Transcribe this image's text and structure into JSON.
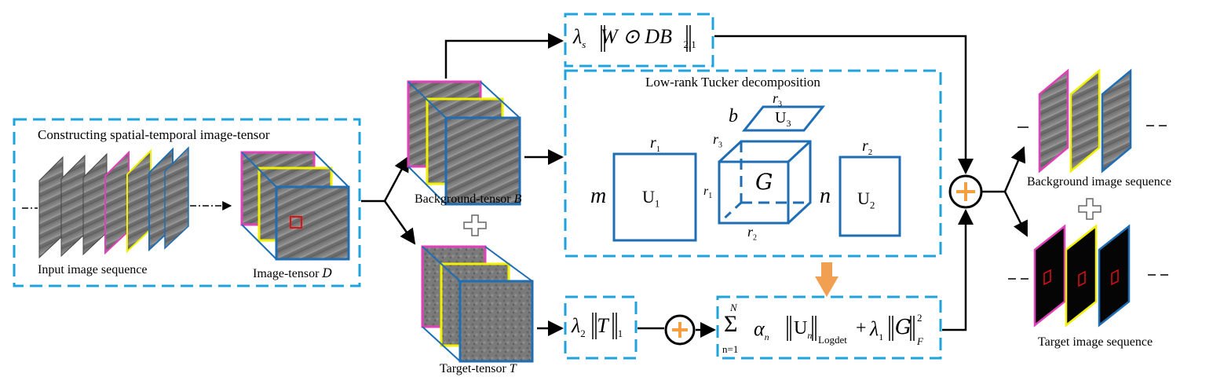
{
  "texts": {
    "construct_title": "Constructing spatial-temporal image-tensor",
    "input_seq_label": "Input image sequence",
    "image_tensor_label": "Image-tensor",
    "image_tensor_sym": "D",
    "background_tensor_label": "Background-tensor",
    "background_tensor_sym": "B",
    "target_tensor_label": "Target-tensor",
    "target_tensor_sym": "T",
    "tucker_title": "Low-rank Tucker decomposition",
    "bg_seq_label": "Background image sequence",
    "target_seq_label": "Target image sequence"
  },
  "tucker": {
    "U1": "U",
    "U1_sub": "1",
    "U2": "U",
    "U2_sub": "2",
    "U3": "U",
    "U3_sub": "3",
    "G": "G",
    "m": "m",
    "n": "n",
    "b": "b",
    "r1": "r",
    "r1_sub": "1",
    "r2": "r",
    "r2_sub": "2",
    "r3": "r",
    "r3_sub": "3"
  },
  "formulas": {
    "spatial_reg": {
      "lambda": "λ",
      "lambda_sub": "s",
      "body": "W ⊙ D",
      "body_sym": "B",
      "norm_sub": "2,1"
    },
    "target_reg": {
      "lambda": "λ",
      "lambda_sub": "2",
      "sym": "T",
      "norm_sub": "1"
    },
    "lowrank_reg": {
      "sum_sym": "Σ",
      "sum_top": "N",
      "sum_bottom": "n=1",
      "alpha": "α",
      "alpha_sub": "n",
      "U": "U",
      "U_sub": "n",
      "norm_sub": "Logdet",
      "plus": "+",
      "lambda": "λ",
      "lambda_sub": "1",
      "G": "G",
      "norm_sub2": "F",
      "norm_sup2": "2"
    }
  },
  "colors": {
    "dashed_box": "#1fa3dc",
    "cube_blue": "#1f6eb4",
    "magenta": "#e040b8",
    "yellow": "#f0f000",
    "red_target": "#e01010",
    "orange_plus": "#f5a040",
    "orange_arrow": "#f0a050"
  }
}
